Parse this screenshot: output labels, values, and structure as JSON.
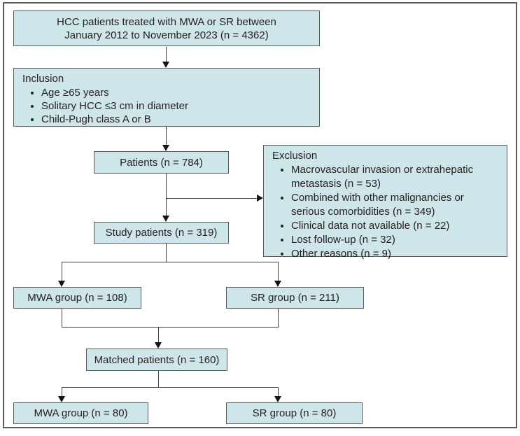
{
  "figure": {
    "type": "patient-flow-diagram",
    "boxes": {
      "cohort": {
        "line1": "HCC patients treated with MWA or SR between",
        "line2": "January 2012 to November 2023 (n = 4362)"
      },
      "inclusion": {
        "title": "Inclusion",
        "items": [
          "Age ≥65 years",
          "Solitary HCC ≤3 cm in diameter",
          "Child-Pugh class A or B"
        ]
      },
      "patients": {
        "label": "Patients (n = 784)"
      },
      "exclusion": {
        "title": "Exclusion",
        "items": [
          "Macrovascular invasion or extrahepatic metastasis (n = 53)",
          "Combined with other malignancies or serious comorbidities (n = 349)",
          "Clinical data not available (n = 22)",
          "Lost follow-up (n = 32)",
          "Other reasons (n = 9)"
        ]
      },
      "study": {
        "label": "Study patients (n = 319)"
      },
      "mwa_group": {
        "label": "MWA group (n = 108)"
      },
      "sr_group": {
        "label": "SR group (n = 211)"
      },
      "matched": {
        "label": "Matched patients (n = 160)"
      },
      "mwa_matched": {
        "label": "MWA group (n = 80)"
      },
      "sr_matched": {
        "label": "SR group (n = 80)"
      }
    },
    "colors": {
      "box_fill": "#cee5ea",
      "box_border": "#58595b",
      "connector_line": "#3f3f3f",
      "arrowhead": "#151211",
      "text": "#27211f",
      "frame_border": "#5a5a5a",
      "background": "#ffffff"
    }
  }
}
